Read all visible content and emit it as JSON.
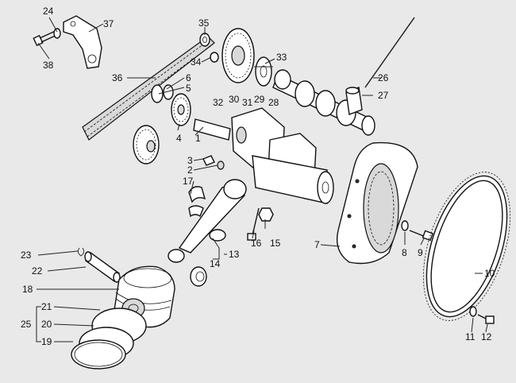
{
  "diagram": {
    "callouts": [
      "24",
      "37",
      "38",
      "35",
      "34",
      "36",
      "6",
      "5",
      "33",
      "26",
      "27",
      "32",
      "30",
      "31",
      "29",
      "28",
      "4",
      "1",
      "3",
      "2",
      "17",
      "23",
      "22",
      "18",
      "21",
      "25",
      "20",
      "19",
      "16",
      "15",
      "14",
      "13",
      "7",
      "8",
      "9",
      "10",
      "11",
      "12"
    ]
  }
}
